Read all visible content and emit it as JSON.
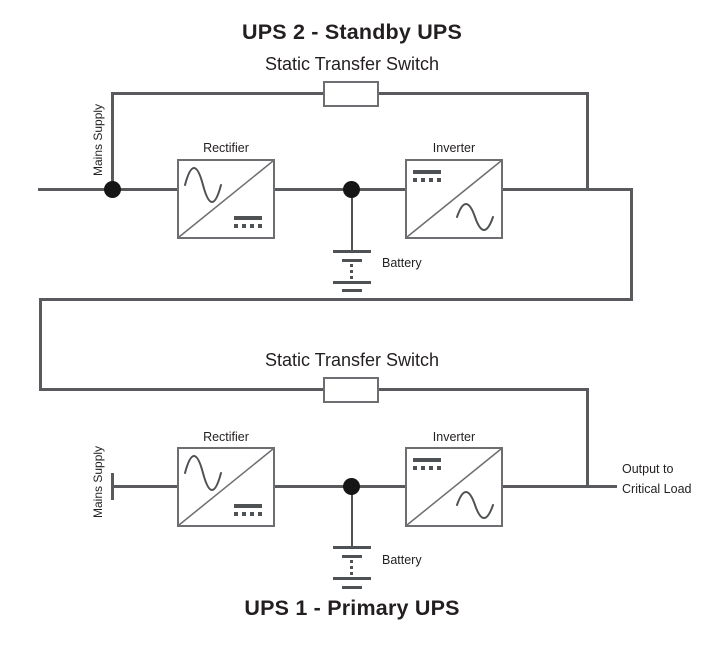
{
  "ups2": {
    "title": "UPS 2 - Standby UPS",
    "sts_label": "Static Transfer Switch",
    "mains_label": "Mains Supply",
    "rectifier_label": "Rectifier",
    "inverter_label": "Inverter",
    "battery_label": "Battery"
  },
  "ups1": {
    "title": "UPS 1 - Primary UPS",
    "sts_label": "Static Transfer Switch",
    "mains_label": "Mains Supply",
    "rectifier_label": "Rectifier",
    "inverter_label": "Inverter",
    "battery_label": "Battery",
    "output_line1": "Output to",
    "output_line2": "Critical Load"
  },
  "colors": {
    "line": "#595a5e",
    "box-border": "#6d6e71",
    "symbol": "#4f5254",
    "text": "#231f20",
    "dot": "#161616",
    "background": "#ffffff"
  }
}
